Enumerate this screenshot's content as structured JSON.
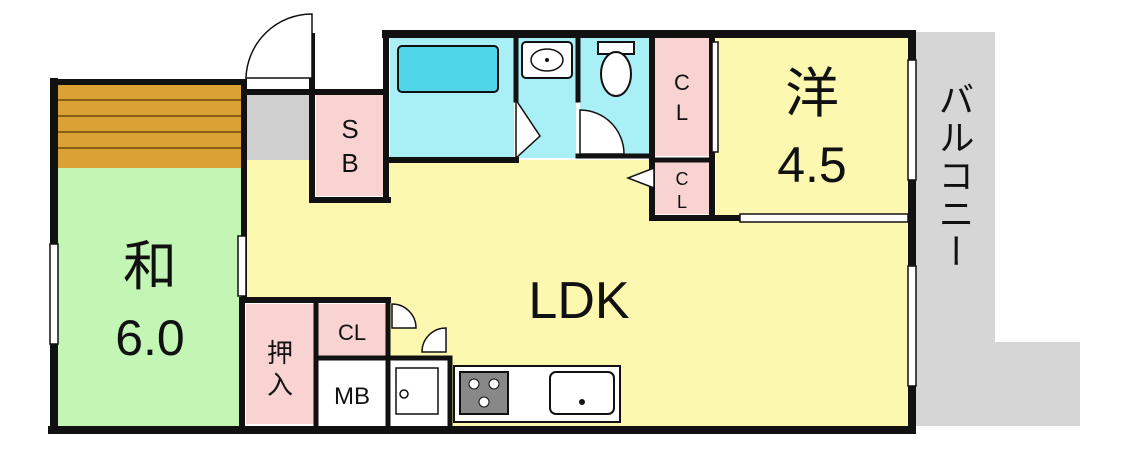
{
  "rooms": {
    "ldk": {
      "label": "LDK"
    },
    "washitsu": {
      "name": "和",
      "size": "6.0"
    },
    "yoshitsu": {
      "name": "洋",
      "size": "4.5"
    },
    "balcony": {
      "label": "バルコニー"
    },
    "sb": {
      "line1": "S",
      "line2": "B"
    },
    "cl_upper": {
      "line1": "C",
      "line2": "L"
    },
    "cl_lower": {
      "line1": "C",
      "line2": "L"
    },
    "cl_middle": {
      "label": "CL"
    },
    "oshiire": {
      "line1": "押",
      "line2": "入"
    },
    "mb": {
      "label": "MB"
    }
  },
  "colors": {
    "ldk": "#fcf8b0",
    "washitsu": "#c3f5b5",
    "yoshitsu": "#fcf8b0",
    "storage": "#f9d2d2",
    "wet_area": "#a8f0f5",
    "balcony": "#d6d6d6",
    "entrance": "#cfcfcf",
    "tatami_wood": "#d9a233",
    "wall": "#111111"
  }
}
